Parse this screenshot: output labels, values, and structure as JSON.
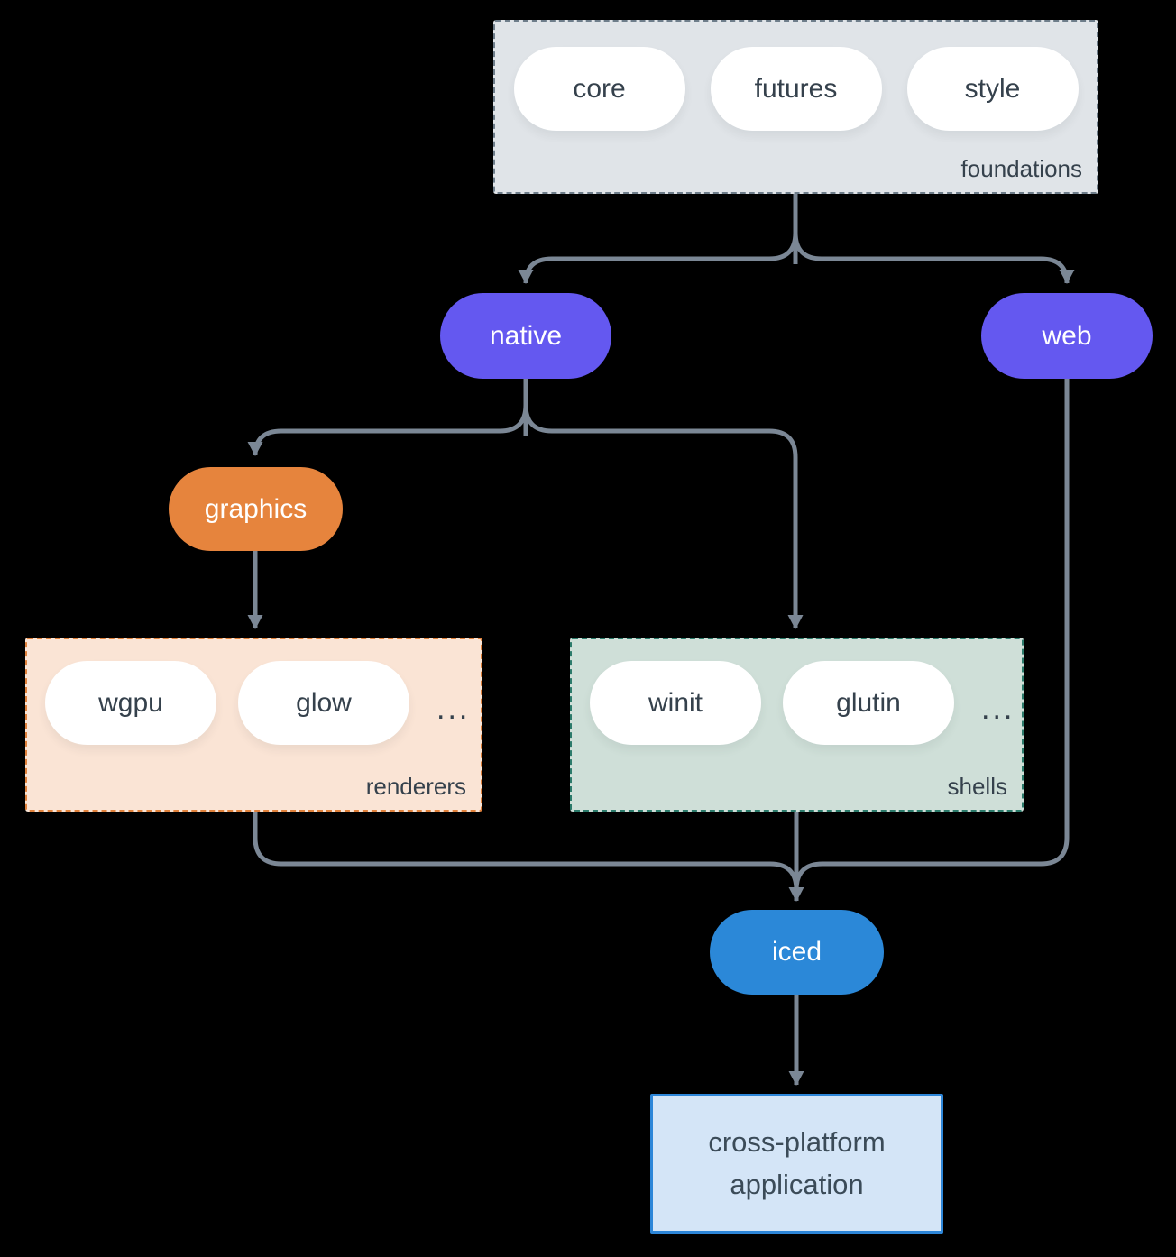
{
  "groups": {
    "foundations": {
      "label": "foundations",
      "items": [
        "core",
        "futures",
        "style"
      ]
    },
    "renderers": {
      "label": "renderers",
      "items": [
        "wgpu",
        "glow"
      ],
      "more": "..."
    },
    "shells": {
      "label": "shells",
      "items": [
        "winit",
        "glutin"
      ],
      "more": "..."
    }
  },
  "nodes": {
    "native": "native",
    "web": "web",
    "graphics": "graphics",
    "iced": "iced"
  },
  "application": {
    "lines": [
      "cross-platform",
      "application"
    ]
  },
  "colors": {
    "background": "#000000",
    "arrow": "#7b8795",
    "pill-bg": "#ffffff",
    "text-dark": "#35414c",
    "purple": "#6458f0",
    "orange": "#e6843d",
    "blue": "#2b88d8",
    "foundations-bg": "#e0e4e8",
    "foundations-border": "#6e7d8a",
    "renderers-bg": "#fae4d5",
    "renderers-border": "#e0813b",
    "shells-bg": "#cfdfd8",
    "shells-border": "#2c7b6b",
    "app-bg": "#d4e5f7",
    "app-border": "#2d86d8"
  }
}
